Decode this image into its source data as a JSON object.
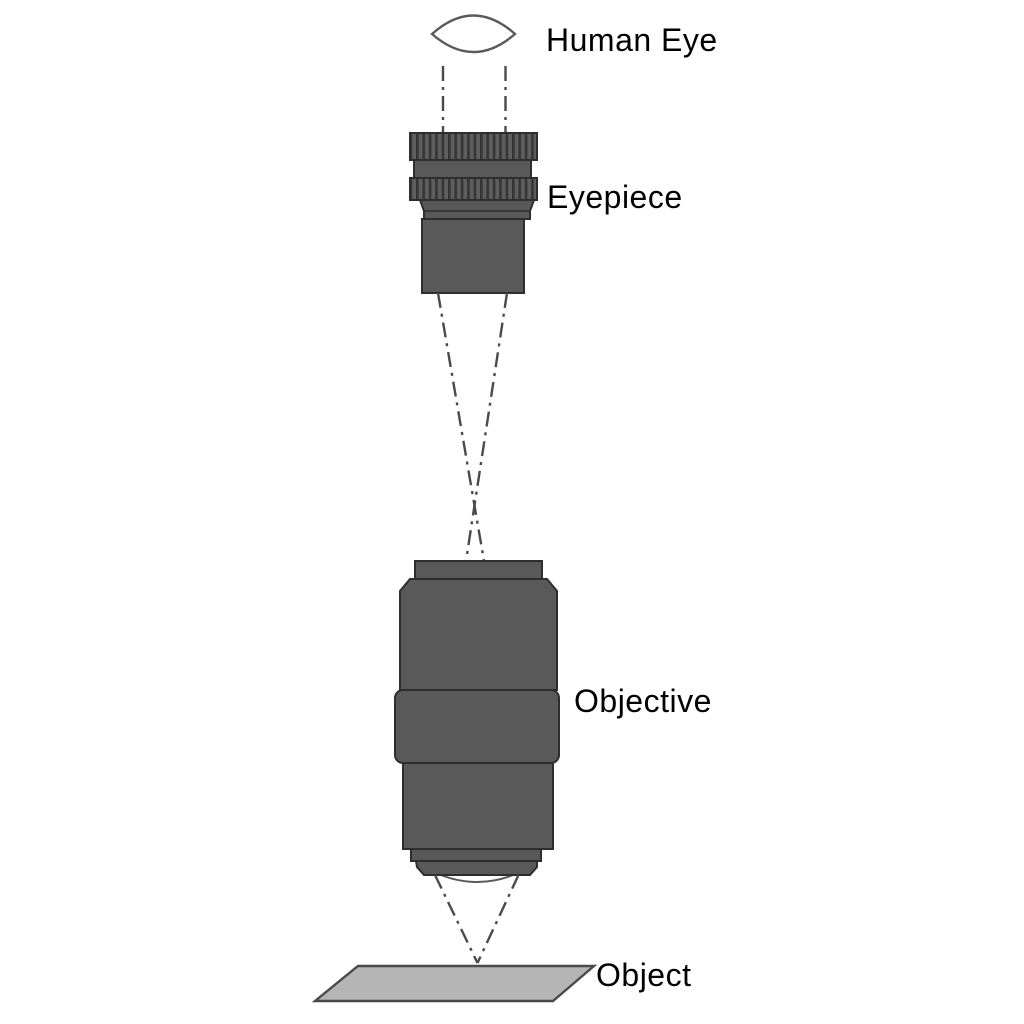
{
  "diagram": {
    "type": "optical-path-schematic",
    "description": "Vertical optical path of a microscope: human eye, eyepiece, objective, object",
    "labels": {
      "human_eye": "Human Eye",
      "eyepiece": "Eyepiece",
      "objective": "Objective",
      "object": "Object"
    },
    "parts": [
      {
        "name": "human-eye-lens",
        "kind": "lens-cross-section"
      },
      {
        "name": "eyepiece",
        "kind": "lens-barrel-with-knurled-rings"
      },
      {
        "name": "objective",
        "kind": "lens-barrel"
      },
      {
        "name": "object-plate",
        "kind": "specimen-plane"
      },
      {
        "name": "optical-rays",
        "kind": "dash-dot-converging-rays"
      }
    ]
  },
  "palette": {
    "background": "#ffffff",
    "metal": "#595959",
    "knurl_base": "#5e5e5e",
    "knurl_stripe": "#363636",
    "outline": "#2e2e2e",
    "ray": "#4a4a4a",
    "lens_stroke": "#5a5a5a",
    "plate": "#b5b5b5",
    "text": "#000000"
  }
}
